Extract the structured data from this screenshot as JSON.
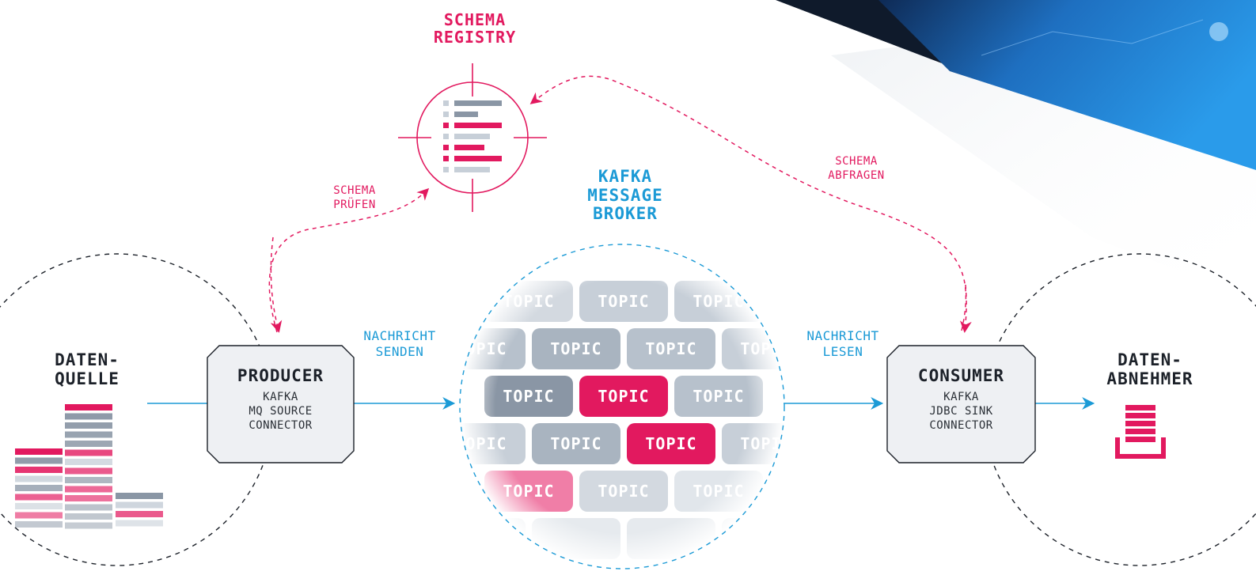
{
  "colors": {
    "pink": "#e2195f",
    "blue": "#1b9ad6",
    "dark": "#1c2129",
    "gray": "#8a96a5",
    "light_gray": "#c7cfd8"
  },
  "schema_registry": {
    "title_line1": "SCHEMA",
    "title_line2": "REGISTRY",
    "icon": "schema-document-icon"
  },
  "broker": {
    "title_line1": "KAFKA",
    "title_line2": "MESSAGE",
    "title_line3": "BROKER",
    "tile_label": "TOPIC"
  },
  "source": {
    "title_line1": "DATEN-",
    "title_line2": "QUELLE",
    "icon": "data-blocks-icon"
  },
  "sink": {
    "title_line1": "DATEN-",
    "title_line2": "ABNEHMER",
    "icon": "database-tray-icon"
  },
  "producer": {
    "name": "PRODUCER",
    "line1": "KAFKA",
    "line2": "MQ SOURCE",
    "line3": "CONNECTOR"
  },
  "consumer": {
    "name": "CONSUMER",
    "line1": "KAFKA",
    "line2": "JDBC SINK",
    "line3": "CONNECTOR"
  },
  "edges": {
    "schema_check": {
      "line1": "SCHEMA",
      "line2": "PRÜFEN"
    },
    "schema_query": {
      "line1": "SCHEMA",
      "line2": "ABFRAGEN"
    },
    "send": {
      "line1": "NACHRICHT",
      "line2": "SENDEN"
    },
    "read": {
      "line1": "NACHRICHT",
      "line2": "LESEN"
    }
  }
}
